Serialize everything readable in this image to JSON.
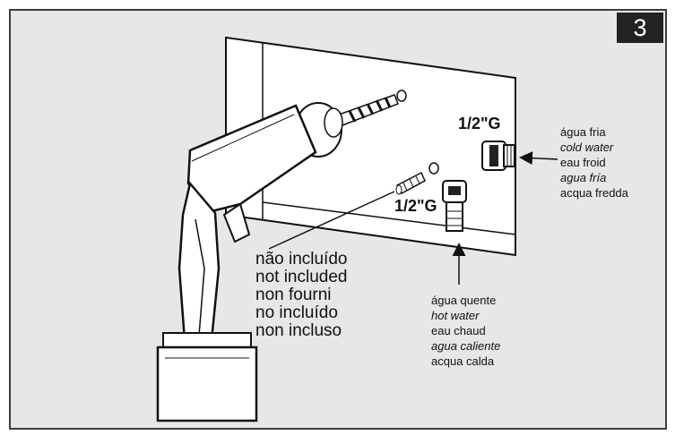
{
  "step_number": "3",
  "thread_labels": {
    "top": "1/2\"G",
    "bottom": "1/2\"G"
  },
  "cold_water": [
    "água fria",
    "cold water",
    "eau froid",
    "agua fría",
    "acqua fredda"
  ],
  "hot_water": [
    "água quente",
    "hot water",
    "eau chaud",
    "agua caliente",
    "acqua calda"
  ],
  "not_included": [
    "não incluído",
    "not included",
    "non fourni",
    "no incluído",
    "non incluso"
  ],
  "colors": {
    "panel_bg": "#e7e7e8",
    "wall": "#ffffff",
    "outline": "#111111",
    "badge": "#232323"
  }
}
